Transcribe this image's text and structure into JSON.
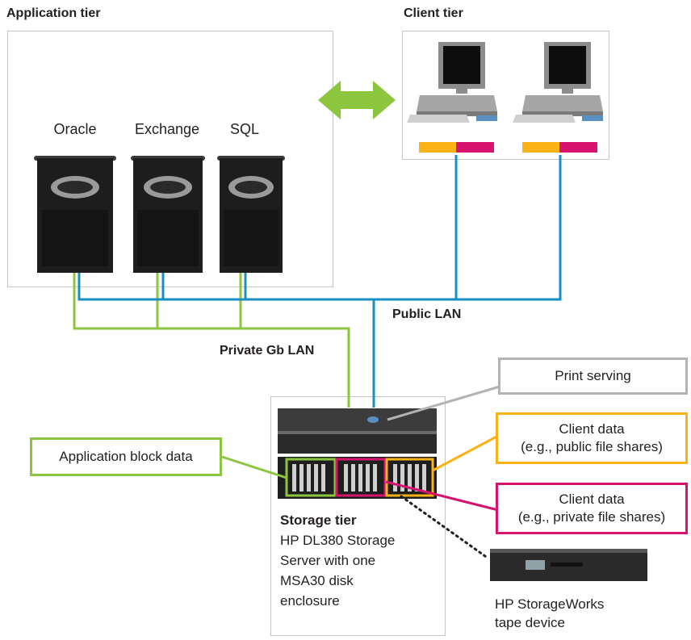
{
  "tiers": {
    "application": "Application tier",
    "client": "Client tier",
    "storage": "Storage tier"
  },
  "servers": [
    {
      "label": "Oracle"
    },
    {
      "label": "Exchange"
    },
    {
      "label": "SQL"
    }
  ],
  "lans": {
    "public": "Public LAN",
    "private": "Private Gb LAN"
  },
  "callouts": {
    "print": {
      "line1": "Print serving"
    },
    "app_block": {
      "line1": "Application block data"
    },
    "client_public": {
      "line1": "Client data",
      "line2": "(e.g., public file shares)"
    },
    "client_private": {
      "line1": "Client data",
      "line2": "(e.g., private file shares)"
    }
  },
  "storage": {
    "description_lines": [
      "HP DL380 Storage",
      "Server with one",
      "MSA30 disk",
      "enclosure"
    ]
  },
  "tape": {
    "caption_lines": [
      "HP StorageWorks",
      "tape device"
    ]
  },
  "colors": {
    "public_lan": "#1a8fc4",
    "private_lan": "#8cc63f",
    "print": "#b3b3b3",
    "client_public": "#fbb216",
    "client_private": "#d7126f",
    "arrow": "#8cc63f"
  }
}
